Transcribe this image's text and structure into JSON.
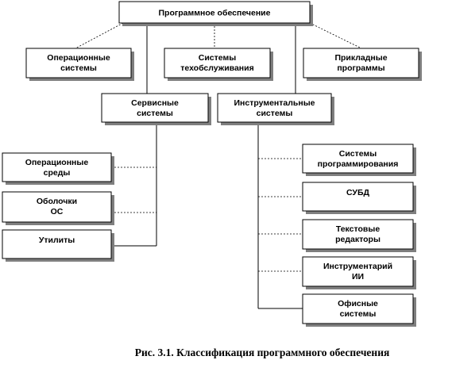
{
  "colors": {
    "box_fill": "#ffffff",
    "box_stroke": "#000000",
    "shadow": "#7f7f7f",
    "line": "#000000"
  },
  "nodes": {
    "root": [
      "Программное обеспечение"
    ],
    "os": [
      "Операционные",
      "системы"
    ],
    "maintenance": [
      "Системы",
      "техобслуживания"
    ],
    "applied": [
      "Прикладные",
      "программы"
    ],
    "service": [
      "Сервисные",
      "системы"
    ],
    "instrumental": [
      "Инструментальные",
      "системы"
    ],
    "os_env": [
      "Операционные",
      "среды"
    ],
    "shells": [
      "Оболочки",
      "ОС"
    ],
    "utilities": [
      "Утилиты"
    ],
    "prog_systems": [
      "Системы",
      "программирования"
    ],
    "dbms": [
      "СУБД"
    ],
    "text_editors": [
      "Текстовые",
      "редакторы"
    ],
    "ai_tools": [
      "Инструментарий",
      "ИИ"
    ],
    "office": [
      "Офисные",
      "системы"
    ]
  },
  "caption": "Рис. 3.1. Классификация программного обеспечения"
}
